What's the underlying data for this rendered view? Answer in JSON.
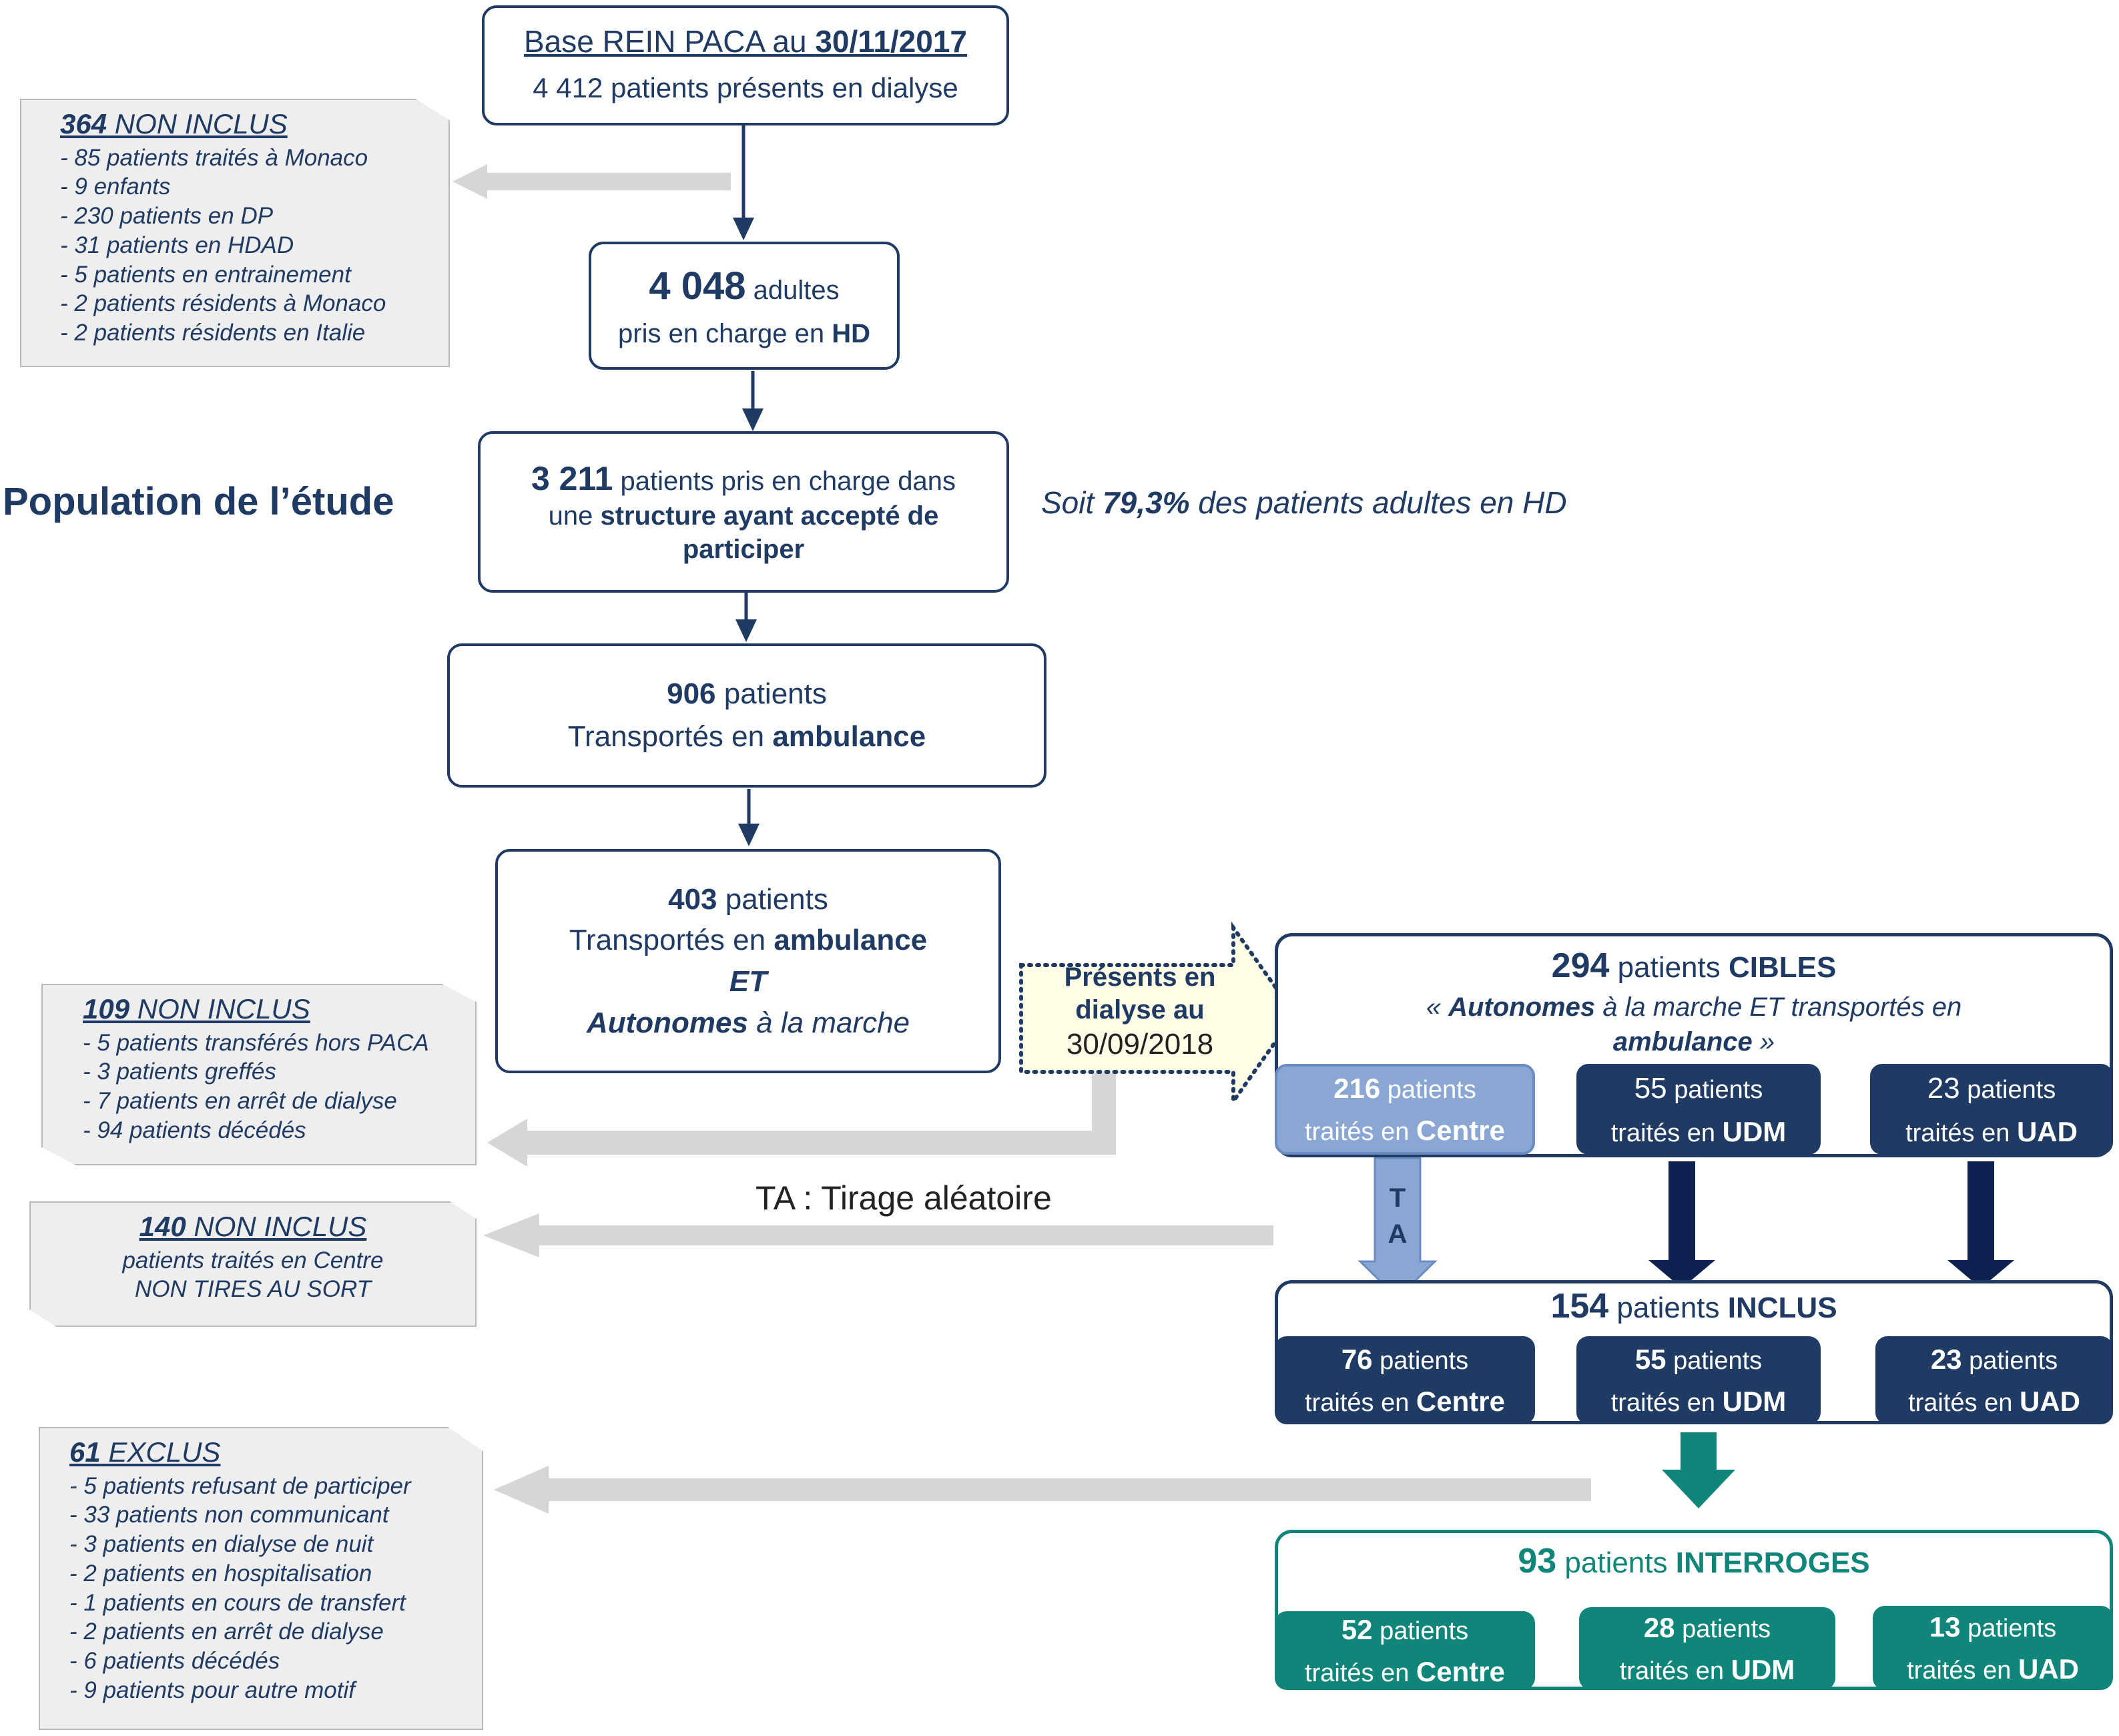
{
  "colors": {
    "navy": "#1f3a63",
    "light_blue": "#8aa7d3",
    "teal": "#10857a",
    "note_grey": "#eeeeee",
    "arrow_grey": "#d4d4d4",
    "presents_fill": "#fffde6"
  },
  "box1": {
    "title": "Base REIN PACA au ",
    "date": "30/11/2017",
    "line": "4 412 patients présents en dialyse"
  },
  "box2": {
    "num": "4 048",
    "l1": " adultes",
    "l2a": "pris en charge en ",
    "l2b": "HD"
  },
  "box3": {
    "num": "3 211",
    "l1": " patients pris en charge dans",
    "l2a": "une ",
    "l2b": "structure ayant accepté de",
    "l3": "participer"
  },
  "box4": {
    "num": "906",
    "l1": " patients",
    "l2a": "Transportés en ",
    "l2b": "ambulance"
  },
  "box5": {
    "num": "403",
    "l1": " patients",
    "l2a": "Transportés en ",
    "l2b": "ambulance",
    "l3": "ET",
    "l4a": "Autonomes",
    "l4b": " à la marche"
  },
  "population_label": "Population de l’étude",
  "soit": {
    "a": "Soit ",
    "b": "79,3%",
    "c": " des patients adultes en HD"
  },
  "note1": {
    "num": "364",
    "title": " NON INCLUS",
    "items": [
      "- 85 patients traités à Monaco",
      "- 9 enfants",
      "- 230 patients en DP",
      "- 31 patients en HDAD",
      "- 5 patients en entrainement",
      "- 2 patients résidents à Monaco",
      "- 2 patients résidents en Italie"
    ]
  },
  "note2": {
    "num": "109",
    "title": " NON INCLUS",
    "items": [
      "- 5 patients transférés hors PACA",
      "- 3 patients greffés",
      "- 7 patients en arrêt de dialyse",
      "- 94 patients décédés"
    ]
  },
  "note3": {
    "num": "140",
    "title": " NON INCLUS",
    "l1": "patients traités en Centre",
    "l2": "NON TIRES AU SORT"
  },
  "note4": {
    "num": "61",
    "title": " EXCLUS",
    "items": [
      "- 5 patients refusant de participer",
      "- 33 patients non communicant",
      "- 3 patients en dialyse de nuit",
      "- 2 patients en hospitalisation",
      "- 1 patients en cours de transfert",
      "- 2 patients en arrêt de dialyse",
      "- 6 patients décédés",
      "- 9 patients  pour autre motif"
    ]
  },
  "presents": {
    "l1": "Présents en",
    "l2": "dialyse au",
    "l3": "30/09/2018"
  },
  "ta_label": "TA : Tirage aléatoire",
  "ta_arrow": {
    "t": "T",
    "a": "A"
  },
  "cibles": {
    "num": "294",
    "l1a": " patients ",
    "l1b": "CIBLES",
    "l2a": "« ",
    "l2b": "Autonomes",
    "l2c": " à la marche ET transportés en",
    "l3": "ambulance",
    "l3b": " »",
    "subs": [
      {
        "num": "216",
        "l1": " patients",
        "l2": "traités en ",
        "l2b": "Centre"
      },
      {
        "num": "55",
        "l1": " patients",
        "l2": "traités en ",
        "l2b": "UDM"
      },
      {
        "num": "23",
        "l1": " patients",
        "l2": "traités en ",
        "l2b": "UAD"
      }
    ]
  },
  "inclus": {
    "num": "154",
    "l1a": " patients ",
    "l1b": "INCLUS",
    "subs": [
      {
        "num": "76",
        "l1": " patients",
        "l2": "traités en ",
        "l2b": "Centre"
      },
      {
        "num": "55",
        "l1": " patients",
        "l2": "traités en ",
        "l2b": "UDM"
      },
      {
        "num": "23",
        "l1": " patients",
        "l2": "traités en ",
        "l2b": "UAD"
      }
    ]
  },
  "interroges": {
    "num": "93",
    "l1a": " patients ",
    "l1b": "INTERROGES",
    "subs": [
      {
        "num": "52",
        "l1": " patients",
        "l2": "traités en ",
        "l2b": "Centre"
      },
      {
        "num": "28",
        "l1": " patients",
        "l2": "traités en ",
        "l2b": "UDM"
      },
      {
        "num": "13",
        "l1": " patients",
        "l2": "traités en ",
        "l2b": "UAD"
      }
    ]
  }
}
